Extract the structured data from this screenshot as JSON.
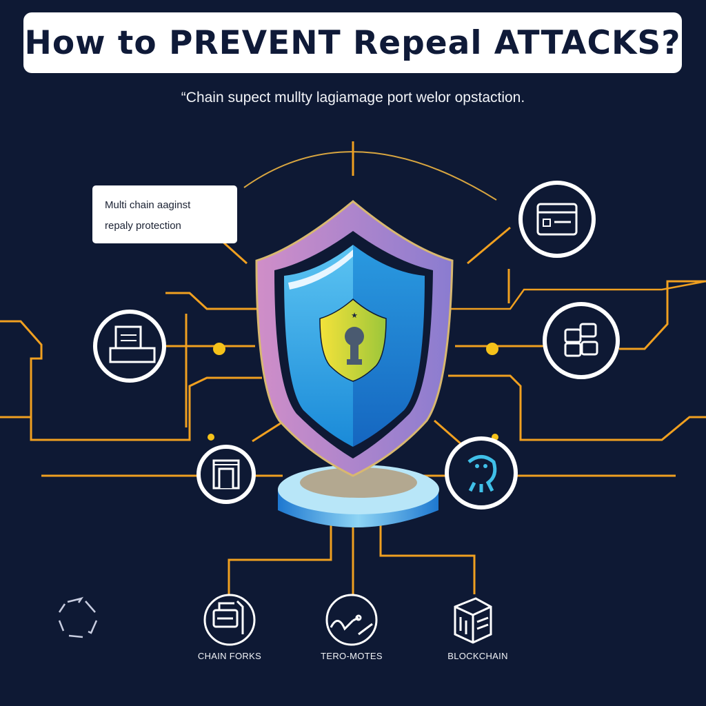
{
  "header": {
    "title": "How to PREVENT Repeal ATTACKS?",
    "subtitle": "“Chain supect mullty lagiamage port welor opstaction."
  },
  "callout": {
    "line1": "Multi chain aaginst",
    "line2": "repaly protection"
  },
  "center": {
    "icon": "shield-keyhole-icon"
  },
  "side_icons": [
    {
      "icon": "id-card-icon"
    },
    {
      "icon": "documents-icon"
    },
    {
      "icon": "database-blocks-icon"
    },
    {
      "icon": "gateway-icon"
    },
    {
      "icon": "octopus-icon"
    }
  ],
  "bottom_items": [
    {
      "label": "CHAIN FORKS",
      "icon": "stacked-documents-icon"
    },
    {
      "label": "TERO-MOTES",
      "icon": "globe-network-icon"
    },
    {
      "label": "BLOCKCHAIN",
      "icon": "block-cube-icon"
    }
  ],
  "colors": {
    "background": "#0e1934",
    "connector": "#f0a020",
    "shield_blue": "#1e88d8",
    "shield_rim": "#a98ad0"
  }
}
